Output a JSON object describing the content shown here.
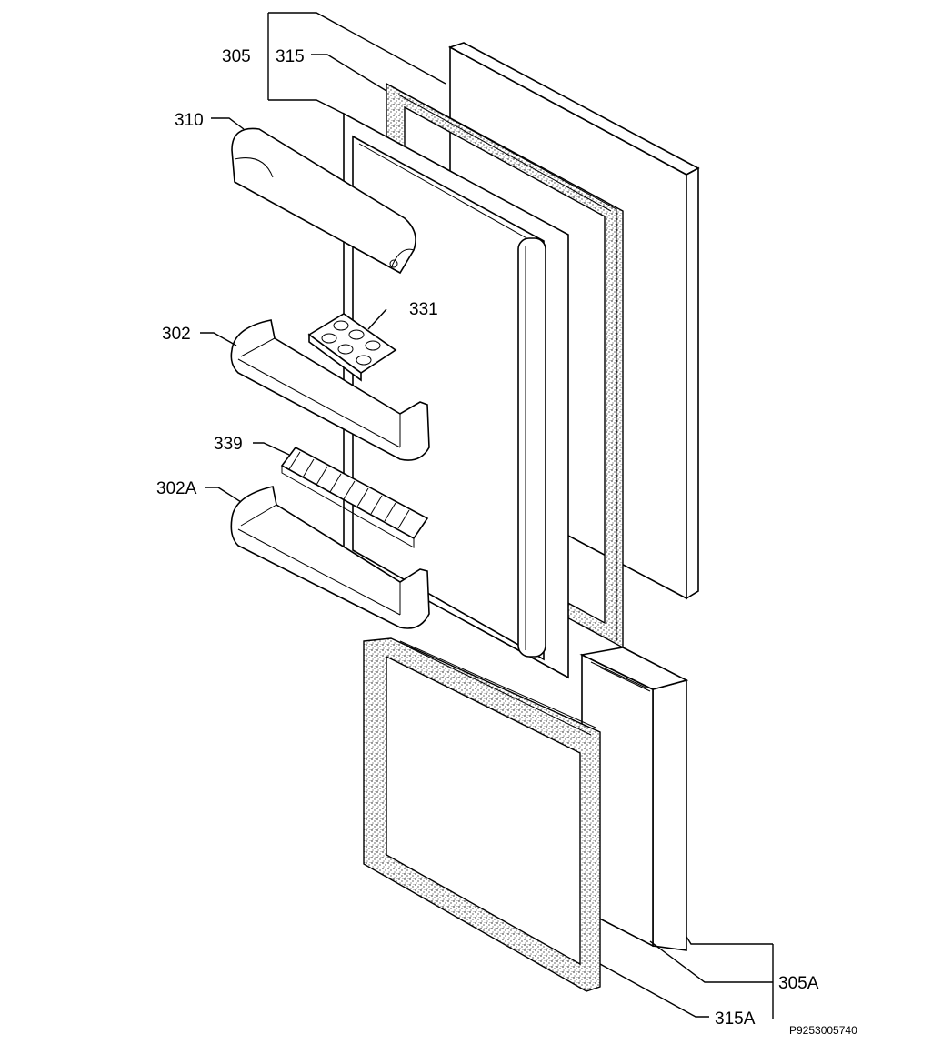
{
  "diagram": {
    "labels": {
      "l305": "305",
      "l315": "315",
      "l310": "310",
      "l331": "331",
      "l302": "302",
      "l339": "339",
      "l302a": "302A",
      "l305a": "305A",
      "l315a": "315A"
    },
    "code": "P9253005740"
  },
  "colors": {
    "line": "#000000",
    "background": "#ffffff"
  }
}
